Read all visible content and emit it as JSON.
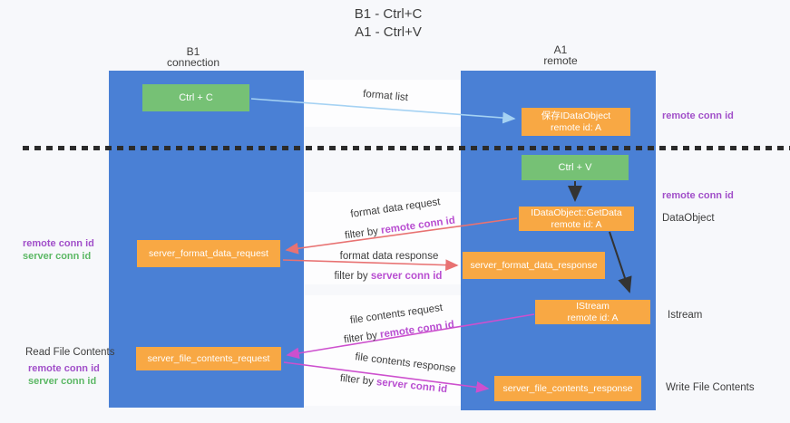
{
  "title": {
    "line1": "B1 - Ctrl+C",
    "line2": "A1 - Ctrl+V"
  },
  "lifelines": {
    "left": {
      "title": "B1",
      "subtitle": "connection"
    },
    "right": {
      "title": "A1",
      "subtitle": "remote"
    }
  },
  "nodes": {
    "ctrl_c": {
      "label": "Ctrl + C"
    },
    "ctrl_v": {
      "label": "Ctrl + V"
    },
    "save_dataobject": {
      "line1": "保存IDataObject",
      "line2": "remote id: A"
    },
    "getdata": {
      "line1": "IDataObject::GetData",
      "line2": "remote id: A"
    },
    "istream": {
      "line1": "IStream",
      "line2": "remote id: A"
    },
    "server_format_data_request": {
      "label": "server_format_data_request"
    },
    "server_format_data_response": {
      "label": "server_format_data_response"
    },
    "server_file_contents_request": {
      "label": "server_file_contents_request"
    },
    "server_file_contents_response": {
      "label": "server_file_contents_response"
    }
  },
  "messages": {
    "format_list": "format list",
    "format_data_request": "format data request",
    "format_data_response": "format data response",
    "file_contents_request": "file contents request",
    "file_contents_response": "file contents response",
    "filter_by": "filter by ",
    "remote_conn_id": "remote conn id",
    "server_conn_id": "server conn id"
  },
  "side_labels": {
    "right_remote_conn_id_1": "remote conn id",
    "right_remote_conn_id_2": "remote conn id",
    "dataobject": "DataObject",
    "istream": "Istream",
    "write_file_contents": "Write File Contents",
    "left_remote_conn_id_1": "remote conn id",
    "left_server_conn_id_1": "server conn id",
    "read_file_contents": "Read File Contents",
    "left_remote_conn_id_2": "remote conn id",
    "left_server_conn_id_2": "server conn id"
  },
  "colors": {
    "lifeline_blue": "#4a80d5",
    "node_green": "#76c175",
    "node_orange": "#f8a844",
    "arrow_red": "#e87272",
    "arrow_magenta": "#cd50ce",
    "arrow_light_blue": "#a5d2f3",
    "arrow_black": "#333333",
    "text_purple": "#a14fc9",
    "text_magenta": "#b94fd1",
    "text_green": "#5cb865"
  }
}
